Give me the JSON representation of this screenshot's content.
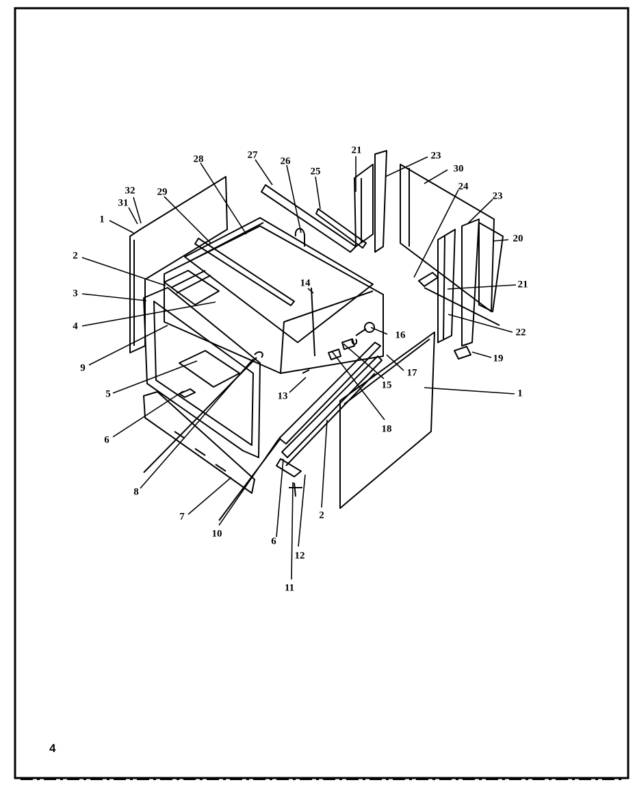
{
  "page": {
    "number": "4"
  },
  "diagram": {
    "callouts": [
      {
        "id": "c1a",
        "label": "1"
      },
      {
        "id": "c2a",
        "label": "2"
      },
      {
        "id": "c3",
        "label": "3"
      },
      {
        "id": "c4",
        "label": "4"
      },
      {
        "id": "c9",
        "label": "9"
      },
      {
        "id": "c5",
        "label": "5"
      },
      {
        "id": "c6a",
        "label": "6"
      },
      {
        "id": "c8",
        "label": "8"
      },
      {
        "id": "c7",
        "label": "7"
      },
      {
        "id": "c10",
        "label": "10"
      },
      {
        "id": "c6b",
        "label": "6"
      },
      {
        "id": "c11",
        "label": "11"
      },
      {
        "id": "c12",
        "label": "12"
      },
      {
        "id": "c2b",
        "label": "2"
      },
      {
        "id": "c18",
        "label": "18"
      },
      {
        "id": "c15",
        "label": "15"
      },
      {
        "id": "c13",
        "label": "13"
      },
      {
        "id": "c14",
        "label": "14"
      },
      {
        "id": "c16",
        "label": "16"
      },
      {
        "id": "c17",
        "label": "17"
      },
      {
        "id": "c1b",
        "label": "1"
      },
      {
        "id": "c19",
        "label": "19"
      },
      {
        "id": "c22",
        "label": "22"
      },
      {
        "id": "c21b",
        "label": "21"
      },
      {
        "id": "c20",
        "label": "20"
      },
      {
        "id": "c23b",
        "label": "23"
      },
      {
        "id": "c24",
        "label": "24"
      },
      {
        "id": "c30",
        "label": "30"
      },
      {
        "id": "c23a",
        "label": "23"
      },
      {
        "id": "c21a",
        "label": "21"
      },
      {
        "id": "c25",
        "label": "25"
      },
      {
        "id": "c26",
        "label": "26"
      },
      {
        "id": "c27",
        "label": "27"
      },
      {
        "id": "c28",
        "label": "28"
      },
      {
        "id": "c29",
        "label": "29"
      },
      {
        "id": "c32",
        "label": "32"
      },
      {
        "id": "c31",
        "label": "31"
      }
    ]
  }
}
